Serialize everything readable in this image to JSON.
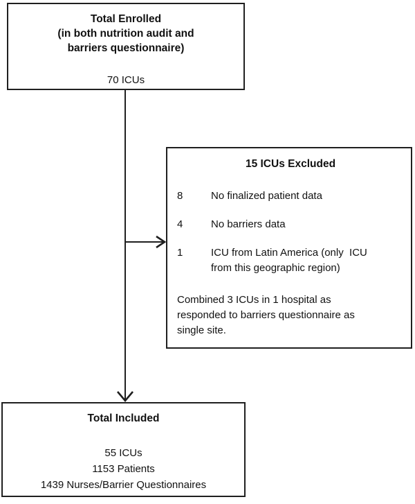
{
  "diagram": {
    "background_color": "#ffffff",
    "line_color": "#1f1f1f",
    "text_color": "#111111",
    "boxes": {
      "enrolled": {
        "title_lines": [
          "Total Enrolled",
          "(in both nutrition audit and",
          "barriers questionnaire)"
        ],
        "count": "70 ICUs"
      },
      "excluded": {
        "title": "15 ICUs Excluded",
        "items": [
          {
            "count": "8",
            "lines": [
              "No finalized patient data"
            ]
          },
          {
            "count": "4",
            "lines": [
              "No barriers data"
            ]
          },
          {
            "count": "1",
            "lines": [
              "ICU from Latin America (only  ICU",
              "from this geographic region)"
            ]
          }
        ],
        "note_lines": [
          "Combined 3 ICUs in 1 hospital as",
          "responded to barriers questionnaire as",
          "single site."
        ]
      },
      "included": {
        "title": "Total Included",
        "lines": [
          "55 ICUs",
          "1153 Patients",
          "1439 Nurses/Barrier Questionnaires"
        ]
      }
    }
  }
}
